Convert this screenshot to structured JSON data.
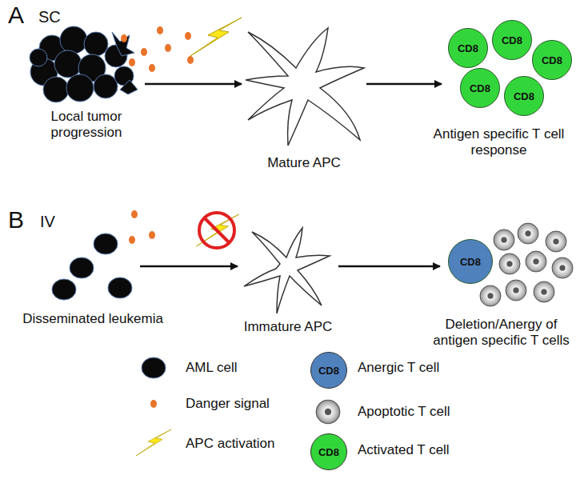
{
  "diagram": {
    "nodes": [
      {
        "text": [
          "Local tumor progression"
        ]
      },
      {
        "text": [
          "Mature APC"
        ]
      },
      {
        "text": [
          "Antigen specific T cell response"
        ]
      },
      {
        "text": [
          "CD8"
        ],
        "in": 2
      },
      {
        "text": [
          "CD8"
        ],
        "in": 2
      },
      {
        "text": [
          "CD8"
        ],
        "in": 2
      },
      {
        "text": [
          "CD8"
        ],
        "in": 2
      },
      {
        "text": [
          "CD8"
        ],
        "in": 2
      },
      {
        "text": [
          "Disseminated leukemia"
        ]
      },
      {
        "text": [
          "Immature APC"
        ]
      },
      {
        "text": [
          "Deletion/Anergy of antigen specific T cells"
        ]
      },
      {
        "text": [
          "CD8"
        ],
        "in": 10
      }
    ],
    "edges": [
      {
        "from": 0,
        "to": 1,
        "arrow": "to"
      },
      {
        "from": 1,
        "to": 2,
        "arrow": "to"
      },
      {
        "from": 8,
        "to": 9,
        "arrow": "to"
      },
      {
        "from": 9,
        "to": 10,
        "arrow": "to"
      }
    ],
    "labels": [
      "A",
      "SC",
      "B",
      "IV",
      "CD8",
      "CD8"
    ],
    "legend": [
      {
        "text": "AML cell"
      },
      {
        "text": "Anergic T cell",
        "color": "#4f81bd"
      },
      {
        "text": "Danger signal"
      },
      {
        "text": "Apoptotic T cell"
      },
      {
        "text": "APC activation"
      },
      {
        "text": "Activated T cell",
        "color": "#33d63a"
      }
    ]
  }
}
